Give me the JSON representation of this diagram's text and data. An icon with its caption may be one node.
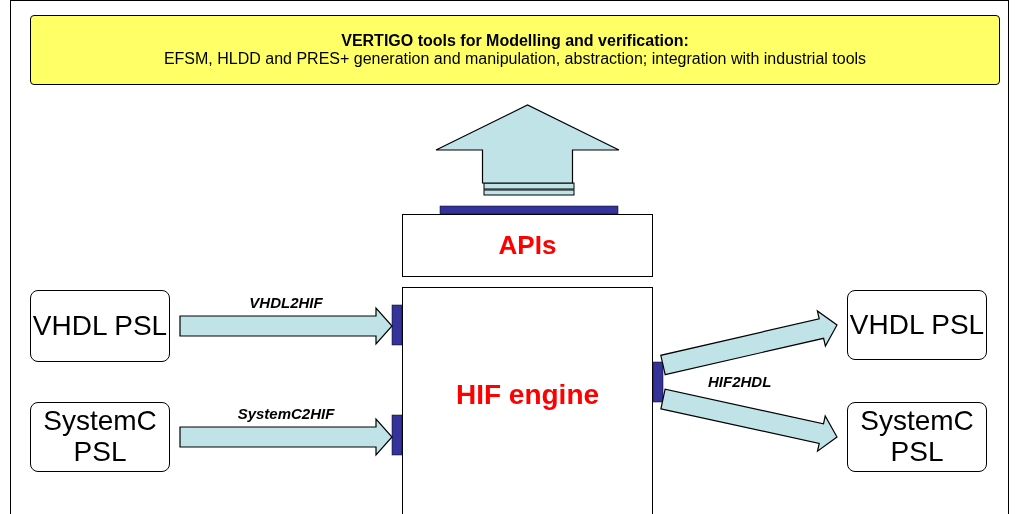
{
  "diagram": {
    "nodes": [
      {
        "text": [
          "VERTIGO tools for Modelling and verification:",
          "EFSM, HLDD and PRES+ generation and manipulation, abstraction; integration with industrial tools"
        ]
      },
      {
        "text": [
          "APIs"
        ]
      },
      {
        "text": [
          "HIF engine"
        ]
      },
      {
        "text": [
          "VHDL PSL"
        ]
      },
      {
        "text": [
          "SystemC PSL"
        ]
      },
      {
        "text": [
          "VHDL PSL"
        ]
      },
      {
        "text": [
          "SystemC PSL"
        ]
      }
    ],
    "edges": [
      {
        "from": 1,
        "to": 0,
        "arrow": "to"
      },
      {
        "from": 3,
        "to": 2,
        "arrow": "to",
        "label": "VHDL2HIF"
      },
      {
        "from": 4,
        "to": 2,
        "arrow": "to",
        "label": "SystemC2HIF"
      },
      {
        "from": 2,
        "to": 5,
        "arrow": "to"
      },
      {
        "from": 2,
        "to": 6,
        "arrow": "to"
      }
    ],
    "labels": [
      "HIF2HDL"
    ]
  }
}
